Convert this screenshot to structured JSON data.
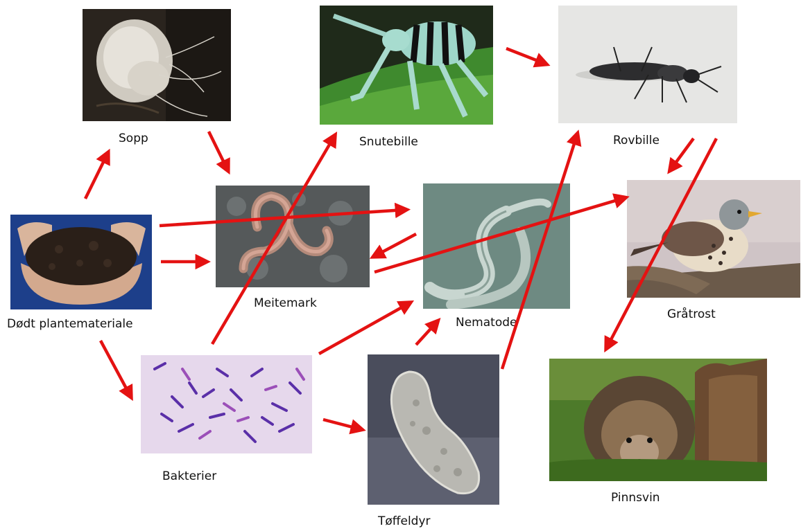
{
  "nodes": {
    "sopp": {
      "label": "Sopp",
      "image": "fungus-mycelium-photo"
    },
    "snutebille": {
      "label": "Snutebille",
      "image": "weevil-photo"
    },
    "rovbille": {
      "label": "Rovbille",
      "image": "rove-beetle-photo"
    },
    "meitemark": {
      "label": "Meitemark",
      "image": "earthworm-photo"
    },
    "nematode": {
      "label": "Nematode",
      "image": "nematode-micrograph"
    },
    "gratrost": {
      "label": "Gråtrost",
      "image": "fieldfare-bird-photo"
    },
    "dodt": {
      "label": "Dødt plantemateriale",
      "image": "compost-in-hands-photo"
    },
    "bakterier": {
      "label": "Bakterier",
      "image": "bacteria-micrograph"
    },
    "toffeldyr": {
      "label": "Tøffeldyr",
      "image": "paramecium-micrograph"
    },
    "pinnsvin": {
      "label": "Pinnsvin",
      "image": "hedgehog-photo"
    }
  },
  "edges": [
    {
      "from": "Dødt plantemateriale",
      "to": "Sopp"
    },
    {
      "from": "Sopp",
      "to": "Meitemark"
    },
    {
      "from": "Dødt plantemateriale",
      "to": "Nematode"
    },
    {
      "from": "Dødt plantemateriale",
      "to": "Meitemark"
    },
    {
      "from": "Dødt plantemateriale",
      "to": "Bakterier"
    },
    {
      "from": "Nematode",
      "to": "Meitemark"
    },
    {
      "from": "Meitemark",
      "to": "Gråtrost"
    },
    {
      "from": "Bakterier",
      "to": "Snutebille"
    },
    {
      "from": "Bakterier",
      "to": "Nematode"
    },
    {
      "from": "Bakterier",
      "to": "Tøffeldyr"
    },
    {
      "from": "Tøffeldyr",
      "to": "Nematode"
    },
    {
      "from": "Tøffeldyr",
      "to": "Rovbille"
    },
    {
      "from": "Snutebille",
      "to": "Rovbille"
    },
    {
      "from": "Rovbille",
      "to": "Gråtrost"
    },
    {
      "from": "Rovbille",
      "to": "Pinnsvin"
    }
  ],
  "colors": {
    "arrow": "#e41212",
    "label": "#111111"
  }
}
